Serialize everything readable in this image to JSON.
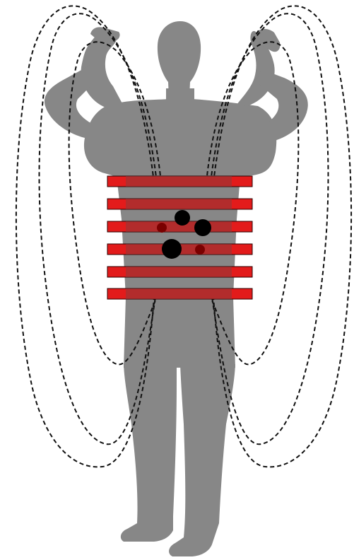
{
  "colors": {
    "background": "#ffffff",
    "body_silhouette": "#878787",
    "field_line": "#111111",
    "coil_band": "#e31b1b",
    "coil_overlap": "#8a3a3a",
    "coil_outline": "#2a0000",
    "particle": "#000000",
    "particle_small": "#7a0000"
  },
  "elements": {
    "silhouette": "standing-human-silhouette-arms-raised",
    "field_lines": "dashed-magnetic-field-loops",
    "coil_bands": 6,
    "particles": 5
  }
}
